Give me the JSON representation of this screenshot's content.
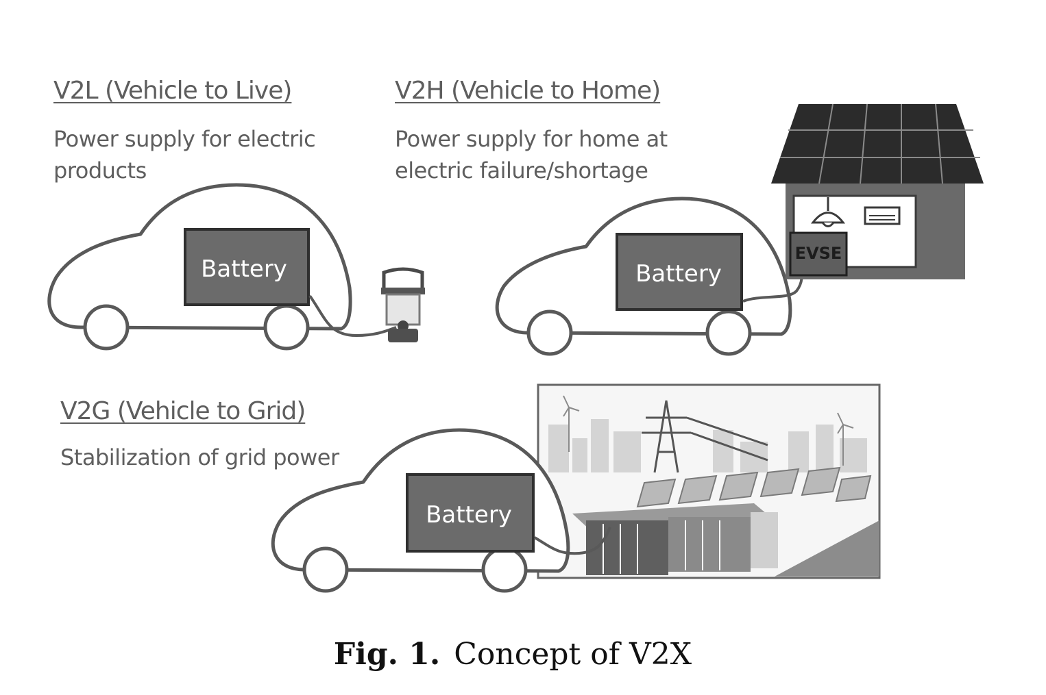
{
  "v2l": {
    "heading": "V2L (Vehicle to Live)",
    "desc_line1": "Power supply for electric",
    "desc_line2": "products",
    "battery_label": "Battery"
  },
  "v2h": {
    "heading": "V2H (Vehicle to Home)",
    "desc_line1": "Power supply for home at",
    "desc_line2": "electric failure/shortage",
    "battery_label": "Battery",
    "evse_label": "EVSE"
  },
  "v2g": {
    "heading": "V2G (Vehicle to Grid)",
    "desc_line1": "Stabilization of grid power",
    "battery_label": "Battery"
  },
  "caption": {
    "number": "Fig. 1.",
    "text": "Concept of V2X"
  },
  "colors": {
    "outline": "#595959",
    "battery_fill": "#6b6b6b",
    "battery_border": "#2f2f2f",
    "text_gray": "#5e5e5e",
    "roof": "#2b2b2b",
    "house_wall": "#6a6a6a"
  }
}
